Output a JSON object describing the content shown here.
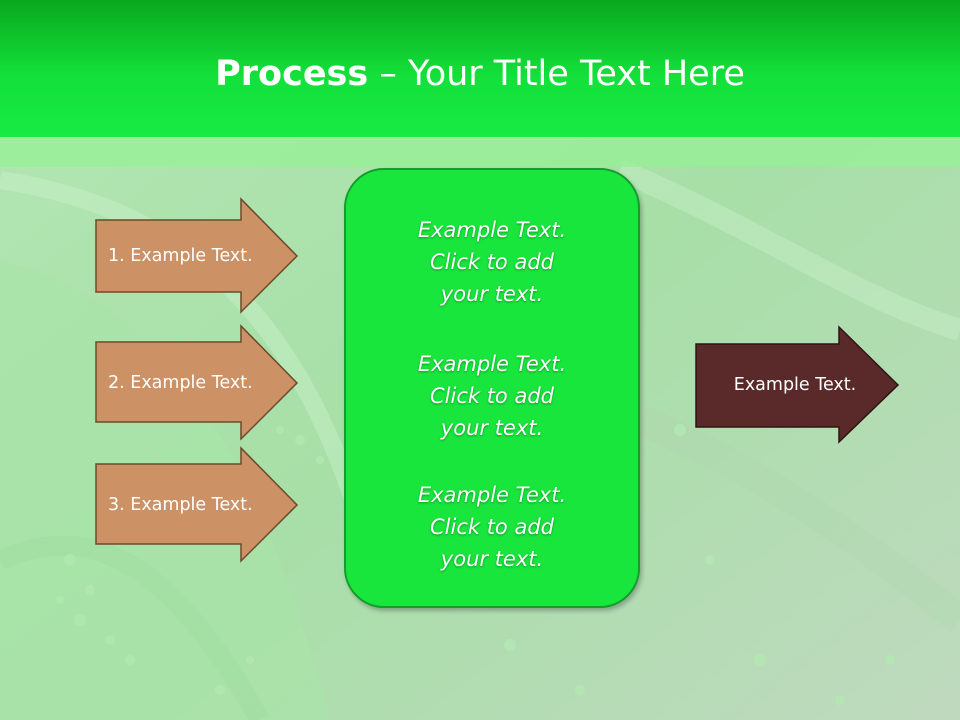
{
  "slide": {
    "title_bold": "Process",
    "title_rest": " – Your Title Text Here"
  },
  "input_arrows": [
    {
      "label": "1. Example Text."
    },
    {
      "label": "2. Example Text."
    },
    {
      "label": "3. Example Text."
    }
  ],
  "center_box": {
    "blocks": [
      {
        "line1": "Example Text.",
        "line2": "Click  to add",
        "line3": "your text."
      },
      {
        "line1": "Example Text.",
        "line2": "Click  to add",
        "line3": "your text."
      },
      {
        "line1": "Example Text.",
        "line2": "Click  to add",
        "line3": "your text."
      }
    ]
  },
  "output_arrow": {
    "label": "Example Text."
  },
  "colors": {
    "title_bar": "#13e03a",
    "input_arrow_fill": "#cc9164",
    "input_arrow_stroke": "#6b4a2a",
    "center_box_fill": "#18e63c",
    "output_arrow_fill": "#5a2a2a"
  }
}
